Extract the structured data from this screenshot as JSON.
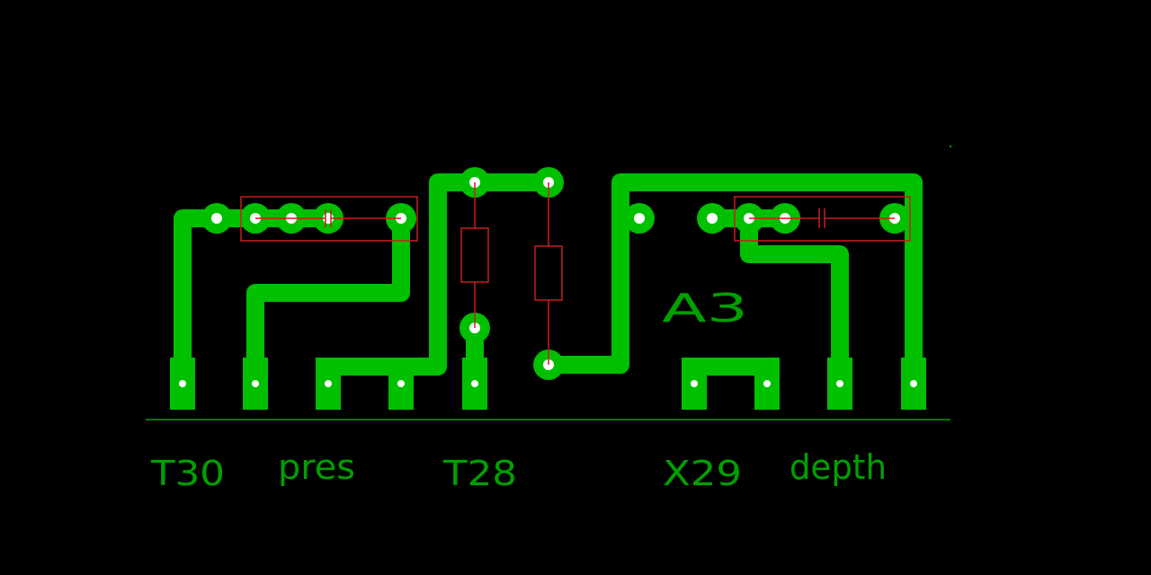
{
  "colors": {
    "background": "#000000",
    "copper": "#00c000",
    "silkscreen": "#00a000",
    "component_outline": "#c81e1e",
    "drill": "#ffffff"
  },
  "board": {
    "label": "A3"
  },
  "connectors": [
    {
      "id": "t30",
      "label": "T30"
    },
    {
      "id": "pres",
      "label": "pres"
    },
    {
      "id": "t28",
      "label": "T28"
    },
    {
      "id": "x29",
      "label": "X29"
    },
    {
      "id": "depth",
      "label": "depth"
    }
  ]
}
